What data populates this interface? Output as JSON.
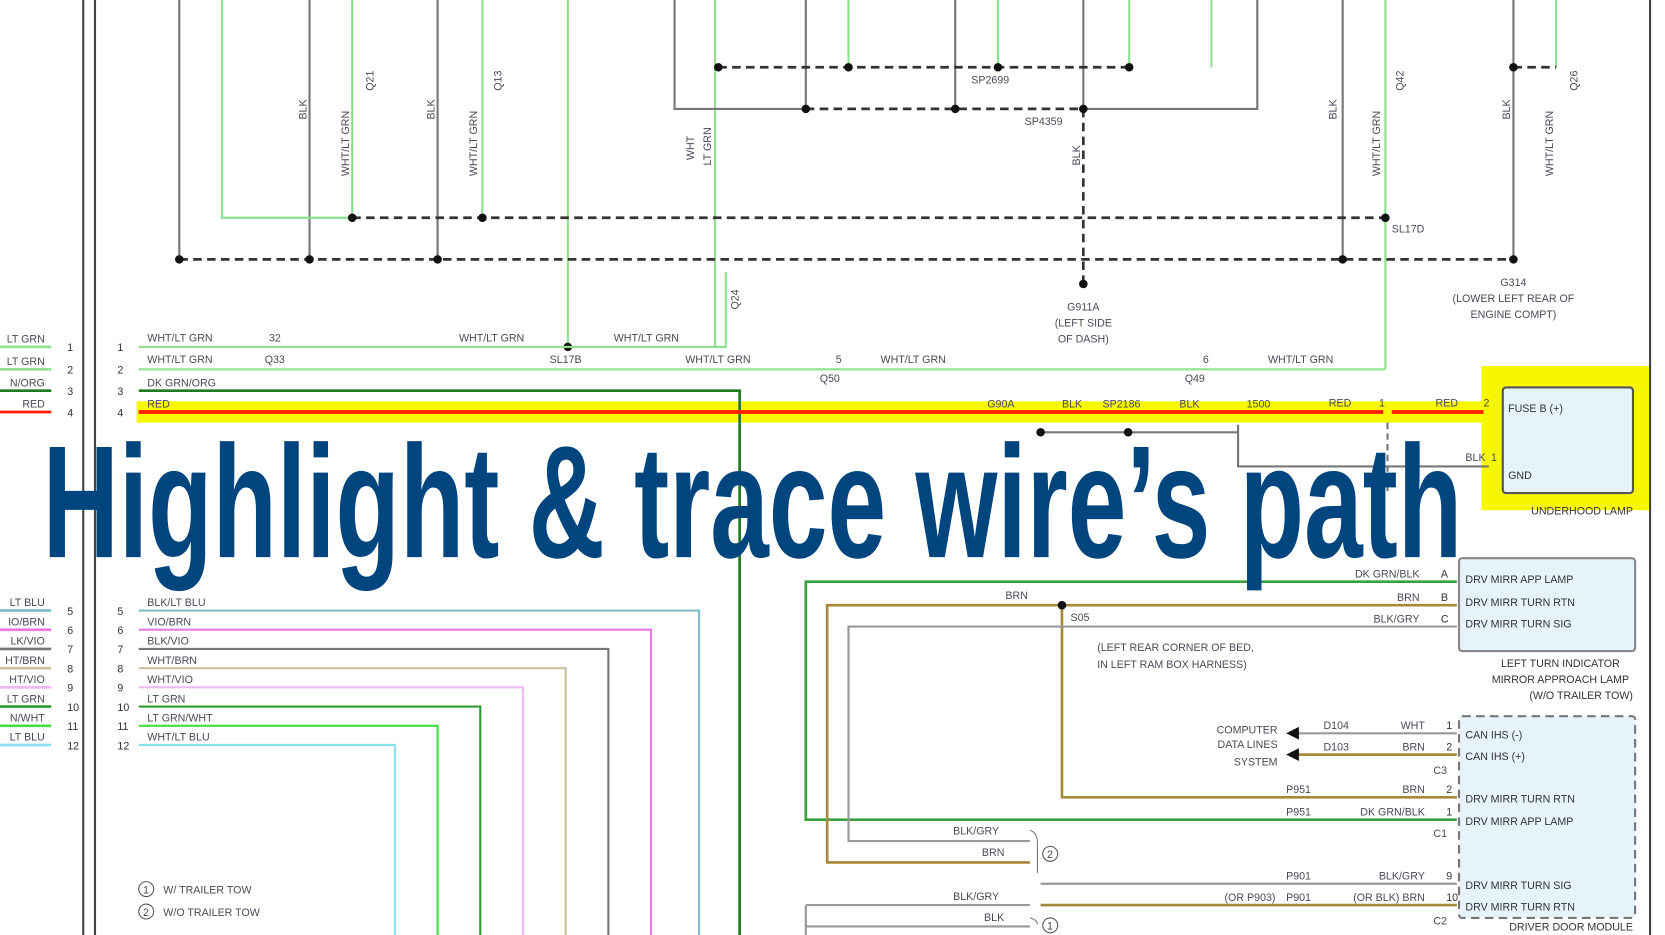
{
  "title": "Highlight & trace wire’s path",
  "highlight_color": "#f7f700",
  "highlight_wire_color": "#ff1a00",
  "title_color": "#00457e",
  "left_stubs": [
    {
      "pin": "1",
      "label": "LT GRN"
    },
    {
      "pin": "2",
      "label": "LT GRN"
    },
    {
      "pin": "3",
      "label": "N/ORG"
    },
    {
      "pin": "4",
      "label": "RED"
    },
    {
      "pin": "5",
      "label": "LT BLU"
    },
    {
      "pin": "6",
      "label": "IO/BRN"
    },
    {
      "pin": "7",
      "label": "LK/VIO"
    },
    {
      "pin": "8",
      "label": "HT/BRN"
    },
    {
      "pin": "9",
      "label": "HT/VIO"
    },
    {
      "pin": "10",
      "label": "LT GRN"
    },
    {
      "pin": "11",
      "label": "N/WHT"
    },
    {
      "pin": "12",
      "label": "LT BLU"
    }
  ],
  "wires": [
    {
      "pin": "1",
      "label": "WHT/LT GRN"
    },
    {
      "pin": "2",
      "label": "WHT/LT GRN"
    },
    {
      "pin": "3",
      "label": "DK GRN/ORG"
    },
    {
      "pin": "4",
      "label": "RED"
    },
    {
      "pin": "5",
      "label": "BLK/LT BLU"
    },
    {
      "pin": "6",
      "label": "VIO/BRN"
    },
    {
      "pin": "7",
      "label": "BLK/VIO"
    },
    {
      "pin": "8",
      "label": "WHT/BRN"
    },
    {
      "pin": "9",
      "label": "WHT/VIO"
    },
    {
      "pin": "10",
      "label": "LT GRN"
    },
    {
      "pin": "11",
      "label": "LT GRN/WHT"
    },
    {
      "pin": "12",
      "label": "WHT/LT BLU"
    }
  ],
  "top": {
    "blk": "BLK",
    "wht_lt_grn": "WHT/LT GRN",
    "wht": "WHT",
    "lt_grn": "LT GRN",
    "c1": "Q21",
    "c2": "Q13",
    "c5": "Q42",
    "c6": "Q26",
    "c7": "Q24",
    "pin1": "1",
    "pin2": "2",
    "sp2699": "SP2699",
    "sp4359": "SP4359",
    "sl17d": "SL17D",
    "g911a": "G911A",
    "g911a_loc1": "(LEFT SIDE",
    "g911a_loc2": "OF DASH)",
    "g314": "G314",
    "g314_loc1": "(LOWER LEFT REAR OF",
    "g314_loc2": "ENGINE COMPT)"
  },
  "mid": {
    "q33_pin": "32",
    "q33": "Q33",
    "sl17b": "SL17B",
    "wht_lt_grn": "WHT/LT GRN",
    "q50_pin": "5",
    "q50": "Q50",
    "q49_pin": "6",
    "q49": "Q49",
    "red": "RED",
    "red_pin1": "1",
    "red_pin2": "2",
    "blk": "BLK",
    "g90a": "G90A",
    "sp2186": "SP2186",
    "s1500": "1500",
    "gnd_pin": "1"
  },
  "underhood_lamp": {
    "name": "UNDERHOOD LAMP",
    "fuse": "FUSE B (+)",
    "gnd": "GND"
  },
  "mirror_lamp": {
    "name1": "LEFT TURN INDICATOR",
    "name2": "MIRROR APPROACH LAMP",
    "name3": "(W/O TRAILER TOW)",
    "pins": [
      {
        "pin": "A",
        "wire": "DK GRN/BLK",
        "label": "DRV MIRR APP LAMP"
      },
      {
        "pin": "B",
        "wire": "BRN",
        "label": "DRV MIRR TURN RTN"
      },
      {
        "pin": "C",
        "wire": "BLK/GRY",
        "label": "DRV MIRR TURN SIG"
      }
    ]
  },
  "splice": {
    "brn": "BRN",
    "id": "S05",
    "loc1": "(LEFT REAR CORNER OF BED,",
    "loc2": "IN LEFT RAM BOX HARNESS)"
  },
  "cdl": {
    "l1": "COMPUTER",
    "l2": "DATA LINES",
    "l3": "SYSTEM"
  },
  "ddm": {
    "name": "DRIVER DOOR MODULE",
    "rows": [
      {
        "circuit": "D104",
        "wire": "WHT",
        "pin": "1",
        "label": "CAN IHS (-)"
      },
      {
        "circuit": "D103",
        "wire": "BRN",
        "pin": "2",
        "label": "CAN IHS (+)"
      },
      {
        "circuit": "P951",
        "wire": "BRN",
        "pin": "2",
        "label": "DRV MIRR TURN RTN"
      },
      {
        "circuit": "P951",
        "wire": "DK GRN/BLK",
        "pin": "1",
        "label": "DRV MIRR APP LAMP"
      },
      {
        "circuit": "P901",
        "wire": "BLK/GRY",
        "pin": "9",
        "label": "DRV MIRR TURN SIG"
      },
      {
        "circuit": "P901",
        "wire": "(OR BLK) BRN",
        "pin": "10",
        "label": "DRV MIRR TURN RTN",
        "alt": "(OR P903)"
      }
    ],
    "c3": "C3",
    "c1": "C1",
    "c2": "C2"
  },
  "bracket": {
    "blk_gry": "BLK/GRY",
    "brn": "BRN",
    "blk": "BLK",
    "opt2": "2",
    "opt1": "1"
  },
  "legend": [
    {
      "num": "1",
      "text": "W/ TRAILER TOW"
    },
    {
      "num": "2",
      "text": "W/O TRAILER TOW"
    }
  ]
}
